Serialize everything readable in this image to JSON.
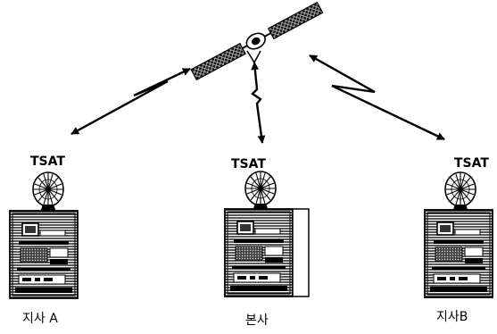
{
  "labels": {
    "tsat_a": "TSAT",
    "tsat_hq": "TSAT",
    "tsat_b": "TSAT",
    "site_a": "지사 A",
    "site_hq": "본사",
    "site_b": "지사B"
  },
  "icons": {
    "satellite": "satellite-icon",
    "dish": "satellite-dish-icon",
    "terminal": "computer-terminal-icon"
  }
}
